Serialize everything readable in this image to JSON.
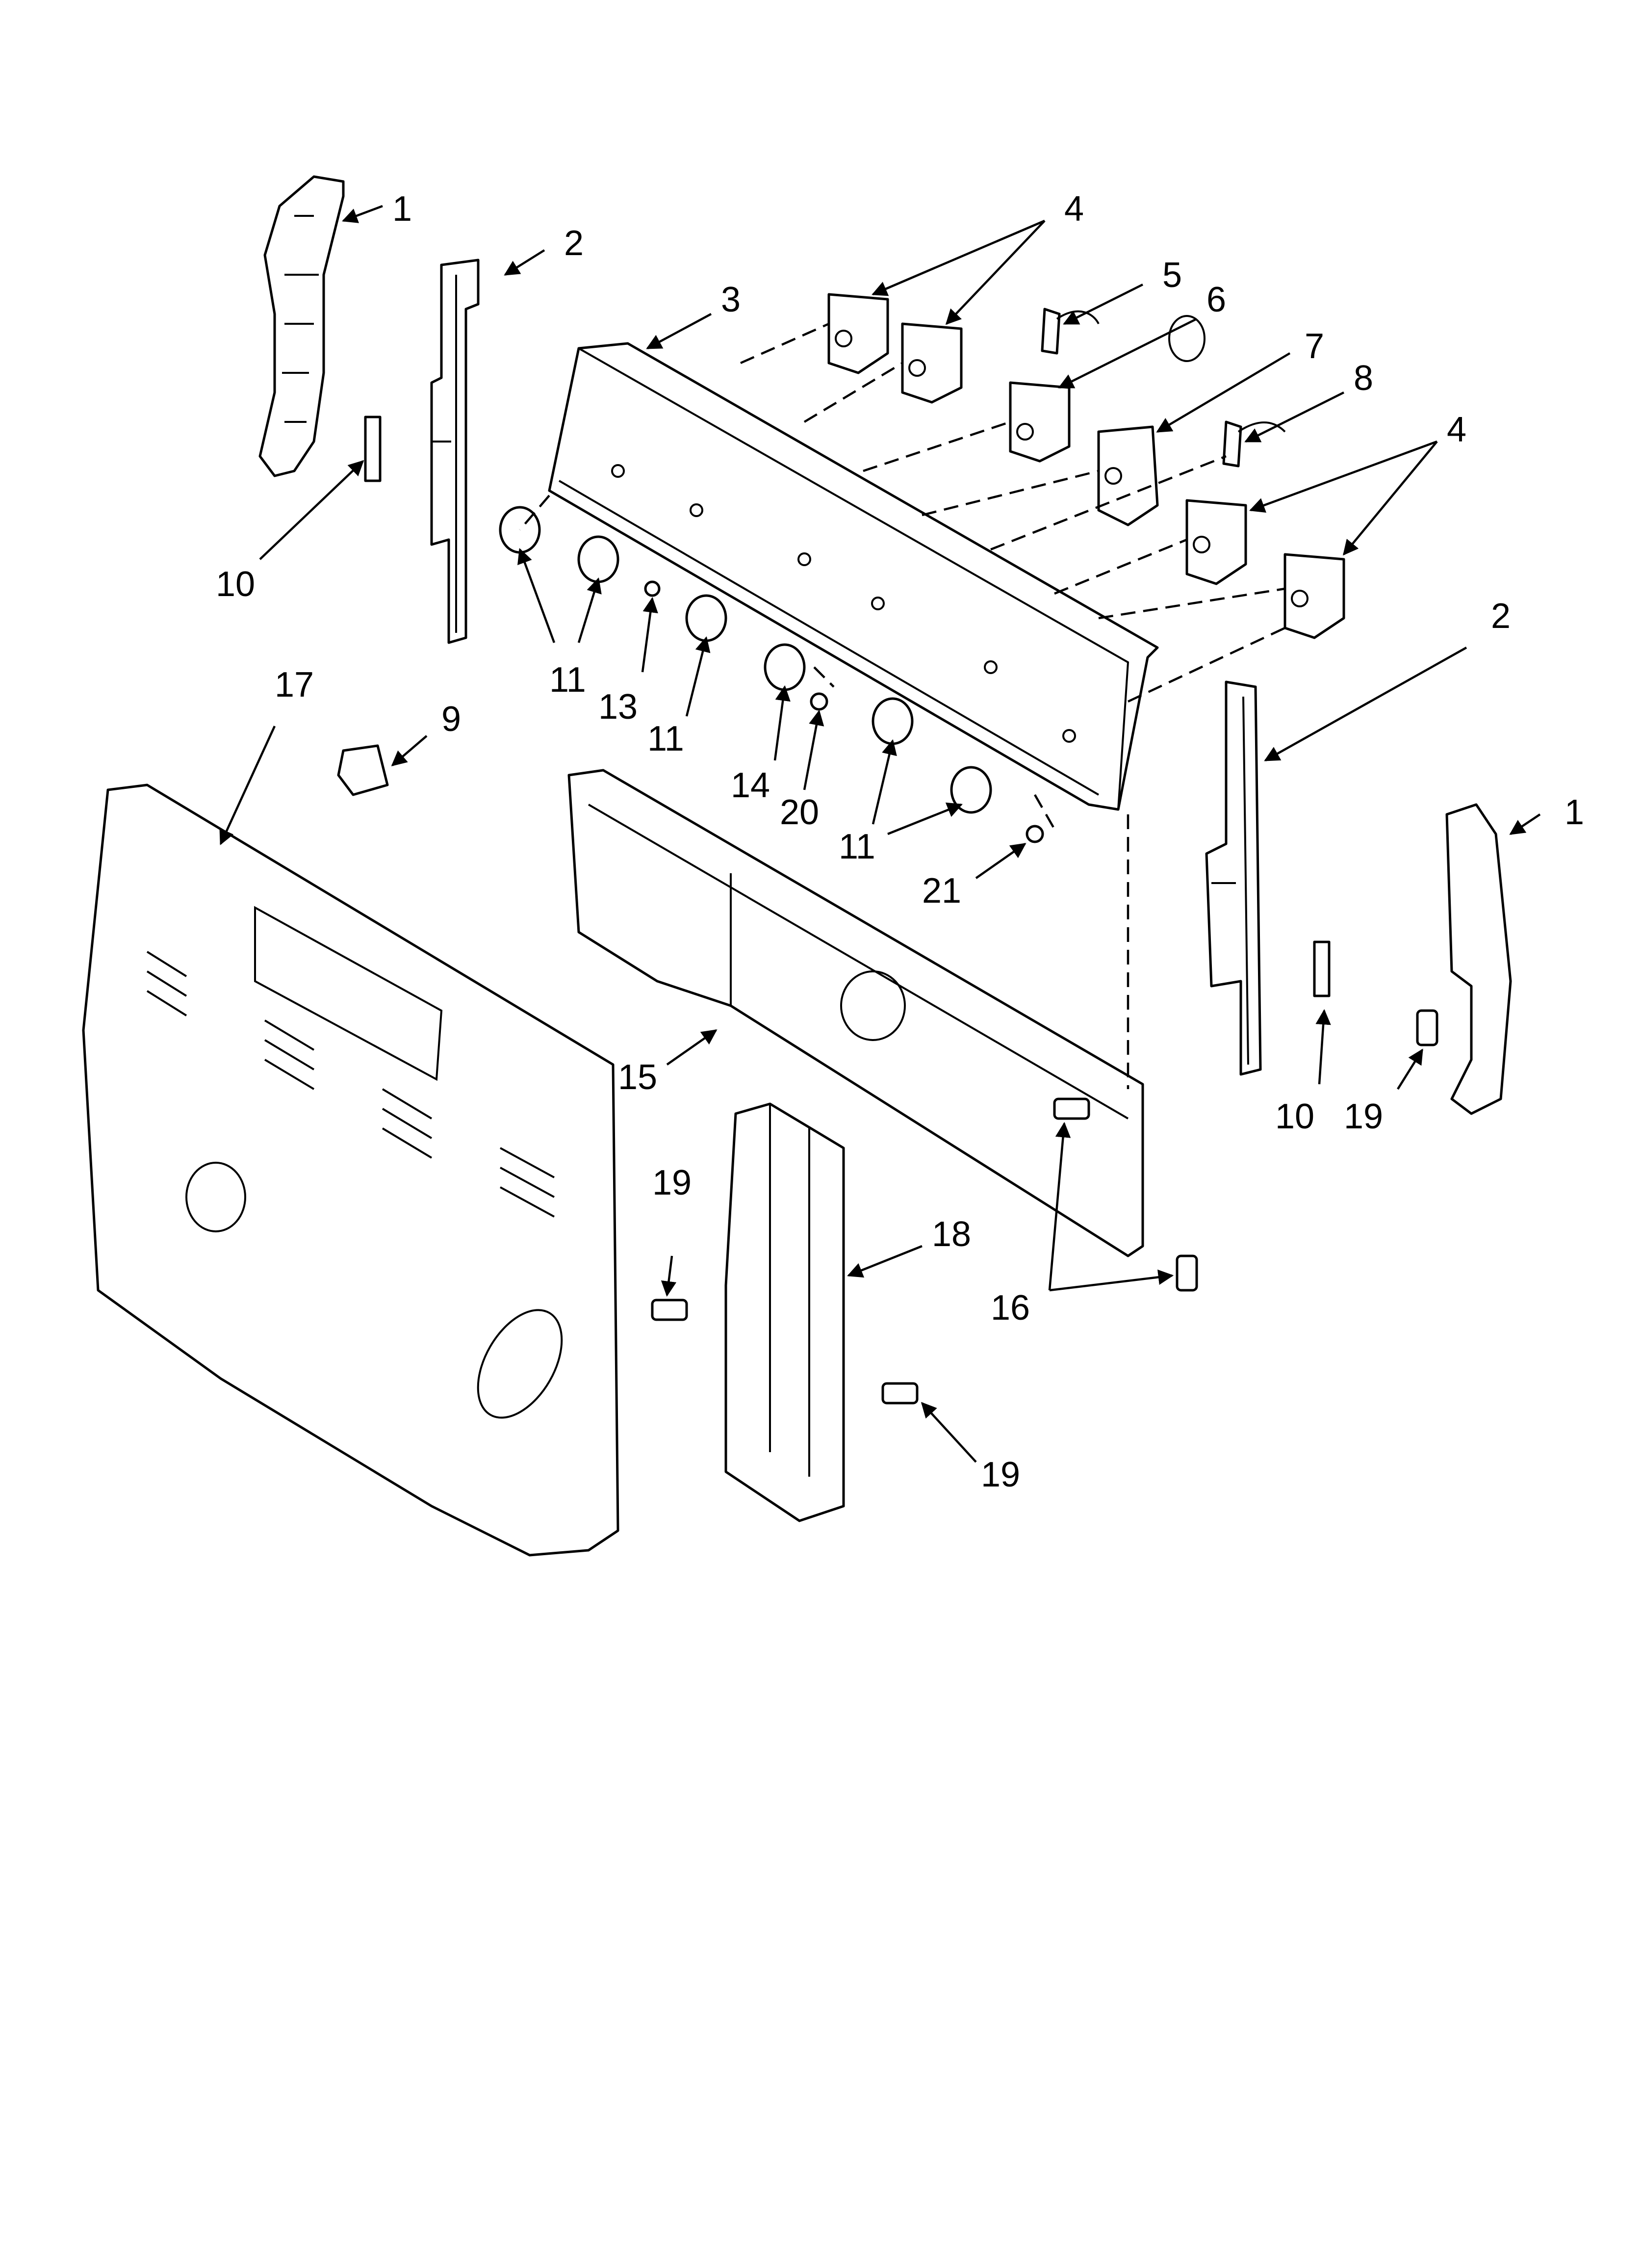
{
  "callouts": [
    {
      "id": "c1a",
      "text": "1"
    },
    {
      "id": "c1b",
      "text": "1"
    },
    {
      "id": "c2a",
      "text": "2"
    },
    {
      "id": "c2b",
      "text": "2"
    },
    {
      "id": "c3",
      "text": "3"
    },
    {
      "id": "c4a",
      "text": "4"
    },
    {
      "id": "c4b",
      "text": "4"
    },
    {
      "id": "c5",
      "text": "5"
    },
    {
      "id": "c6",
      "text": "6"
    },
    {
      "id": "c7",
      "text": "7"
    },
    {
      "id": "c8",
      "text": "8"
    },
    {
      "id": "c9",
      "text": "9"
    },
    {
      "id": "c10a",
      "text": "10"
    },
    {
      "id": "c10b",
      "text": "10"
    },
    {
      "id": "c11a",
      "text": "11"
    },
    {
      "id": "c11b",
      "text": "11"
    },
    {
      "id": "c11c",
      "text": "11"
    },
    {
      "id": "c13",
      "text": "13"
    },
    {
      "id": "c14",
      "text": "14"
    },
    {
      "id": "c15",
      "text": "15"
    },
    {
      "id": "c16",
      "text": "16"
    },
    {
      "id": "c17",
      "text": "17"
    },
    {
      "id": "c18",
      "text": "18"
    },
    {
      "id": "c19a",
      "text": "19"
    },
    {
      "id": "c19b",
      "text": "19"
    },
    {
      "id": "c19c",
      "text": "19"
    },
    {
      "id": "c20",
      "text": "20"
    },
    {
      "id": "c21",
      "text": "21"
    }
  ]
}
